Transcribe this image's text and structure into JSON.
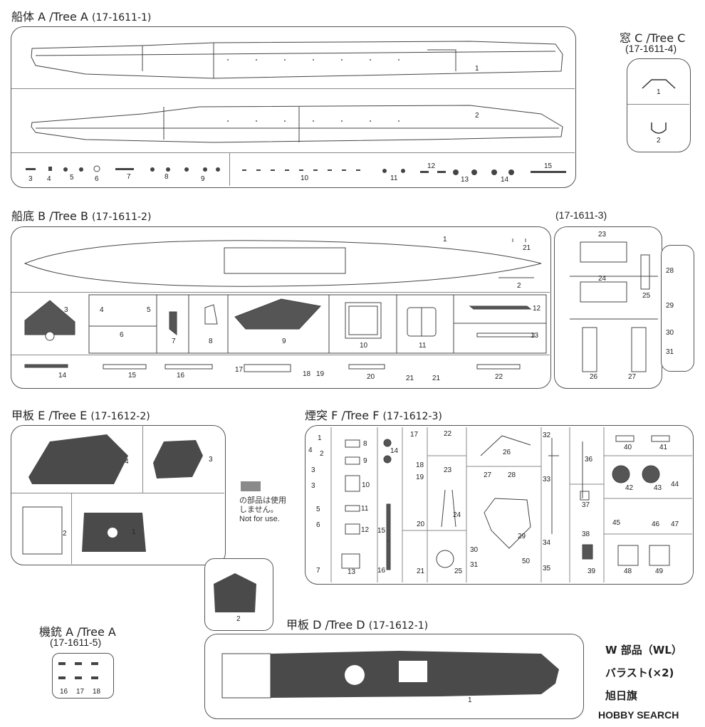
{
  "trees": {
    "a1": {
      "name": "船体 A /Tree A",
      "code": "(17-1611-1)"
    },
    "c": {
      "name": "窓 C /Tree C",
      "code": "(17-1611-4)"
    },
    "b": {
      "name": "船底 B /Tree B",
      "code": "(17-1611-2)"
    },
    "b3": {
      "code": "(17-1611-3)"
    },
    "e": {
      "name": "甲板 E /Tree E",
      "code": "(17-1612-2)"
    },
    "f": {
      "name": "煙突 F /Tree F",
      "code": "(17-1612-3)"
    },
    "a5": {
      "name": "機銃 A /Tree A",
      "code": "(17-1611-5)"
    },
    "d": {
      "name": "甲板 D /Tree D",
      "code": "(17-1612-1)"
    }
  },
  "legend": {
    "line1": "の部品は使用",
    "line2": "しません。",
    "line3": "Not for use."
  },
  "bottom": {
    "w_parts": "W 部品（WL）",
    "ballast": "バラスト(×2)",
    "flag": "旭日旗"
  },
  "watermark": {
    "text": "HOBBY SEARCH"
  },
  "parts": {
    "a": [
      "1",
      "2",
      "3",
      "4",
      "5",
      "6",
      "7",
      "8",
      "9",
      "10",
      "11",
      "12",
      "13",
      "14",
      "15"
    ],
    "c": [
      "1",
      "2"
    ],
    "b": [
      "1",
      "2",
      "3",
      "4",
      "5",
      "6",
      "7",
      "8",
      "9",
      "10",
      "11",
      "12",
      "13",
      "14",
      "15",
      "16",
      "17",
      "18",
      "19",
      "20",
      "21",
      "21",
      "21",
      "22"
    ],
    "b3": [
      "23",
      "24",
      "25",
      "26",
      "27",
      "28",
      "29",
      "30",
      "31"
    ],
    "e": [
      "1",
      "2",
      "3",
      "4"
    ],
    "f": [
      "1",
      "2",
      "3",
      "3",
      "4",
      "5",
      "6",
      "7",
      "8",
      "9",
      "10",
      "11",
      "12",
      "13",
      "14",
      "15",
      "16",
      "17",
      "18",
      "19",
      "20",
      "21",
      "22",
      "23",
      "24",
      "25",
      "26",
      "27",
      "28",
      "29",
      "30",
      "31",
      "32",
      "33",
      "34",
      "35",
      "36",
      "37",
      "38",
      "39",
      "40",
      "41",
      "42",
      "43",
      "44",
      "45",
      "46",
      "47",
      "48",
      "49",
      "50"
    ],
    "d": [
      "1",
      "2"
    ],
    "a5": [
      "16",
      "17",
      "18"
    ]
  },
  "colors": {
    "outline": "#555555",
    "dark": "#333333",
    "notused": "#8a8a8a"
  }
}
